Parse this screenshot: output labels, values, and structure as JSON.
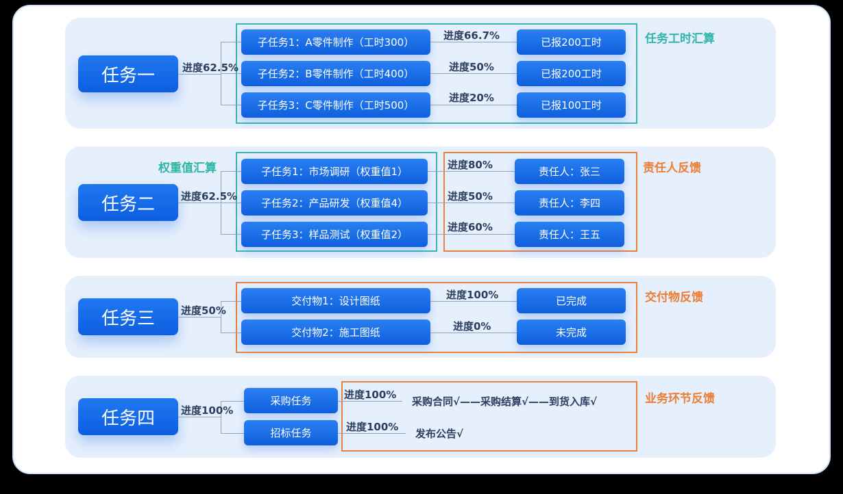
{
  "task1": {
    "title": "任务一",
    "progress": "进度62.5%",
    "tag": "任务工时汇算",
    "subs": [
      {
        "label": "子任务1：A零件制作（工时300）",
        "progress": "进度66.7%",
        "result": "已报200工时"
      },
      {
        "label": "子任务2：B零件制作（工时400）",
        "progress": "进度50%",
        "result": "已报200工时"
      },
      {
        "label": "子任务3：C零件制作（工时500）",
        "progress": "进度20%",
        "result": "已报100工时"
      }
    ]
  },
  "task2": {
    "title": "任务二",
    "progress": "进度62.5%",
    "tag_left": "权重值汇算",
    "tag": "责任人反馈",
    "subs": [
      {
        "label": "子任务1：市场调研（权重值1）",
        "progress": "进度80%",
        "result": "责任人：张三"
      },
      {
        "label": "子任务2：产品研发（权重值4）",
        "progress": "进度50%",
        "result": "责任人：李四"
      },
      {
        "label": "子任务3：样品测试（权重值2）",
        "progress": "进度60%",
        "result": "责任人：王五"
      }
    ]
  },
  "task3": {
    "title": "任务三",
    "progress": "进度50%",
    "tag": "交付物反馈",
    "subs": [
      {
        "label": "交付物1：设计图纸",
        "progress": "进度100%",
        "result": "已完成"
      },
      {
        "label": "交付物2：施工图纸",
        "progress": "进度0%",
        "result": "未完成"
      }
    ]
  },
  "task4": {
    "title": "任务四",
    "progress": "进度100%",
    "tag": "业务环节反馈",
    "subs": [
      {
        "label": "采购任务",
        "progress": "进度100%",
        "steps": "采购合同√——采购结算√——到货入库√"
      },
      {
        "label": "招标任务",
        "progress": "进度100%",
        "steps": "发布公告√"
      }
    ]
  }
}
